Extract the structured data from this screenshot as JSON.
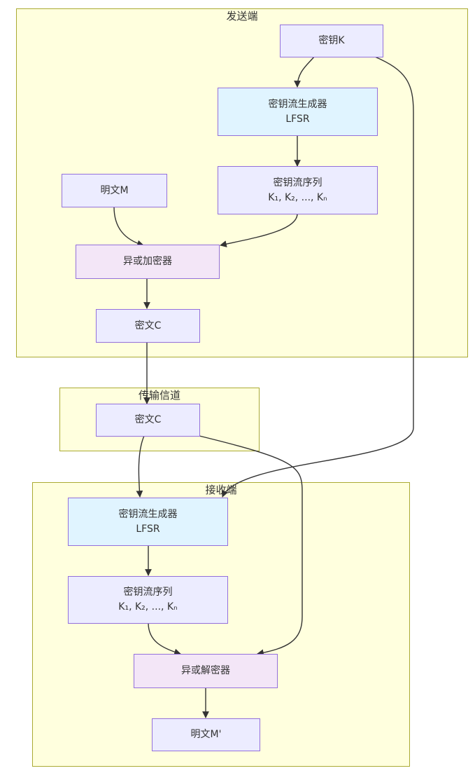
{
  "clusters": {
    "sender": "发送端",
    "channel": "传输信道",
    "receiver": "接收端"
  },
  "nodes": {
    "key": "密钥K",
    "gen_s_l1": "密钥流生成器",
    "gen_s_l2": "LFSR",
    "seq_s_l1": "密钥流序列",
    "seq_s_l2": "K₁, K₂, ..., Kₙ",
    "plain": "明文M",
    "xor_enc": "异或加密器",
    "cipher_s": "密文C",
    "cipher_ch": "密文C",
    "gen_r_l1": "密钥流生成器",
    "gen_r_l2": "LFSR",
    "seq_r_l1": "密钥流序列",
    "seq_r_l2": "K₁, K₂, ..., Kₙ",
    "xor_dec": "异或解密器",
    "plain_out": "明文M'"
  }
}
